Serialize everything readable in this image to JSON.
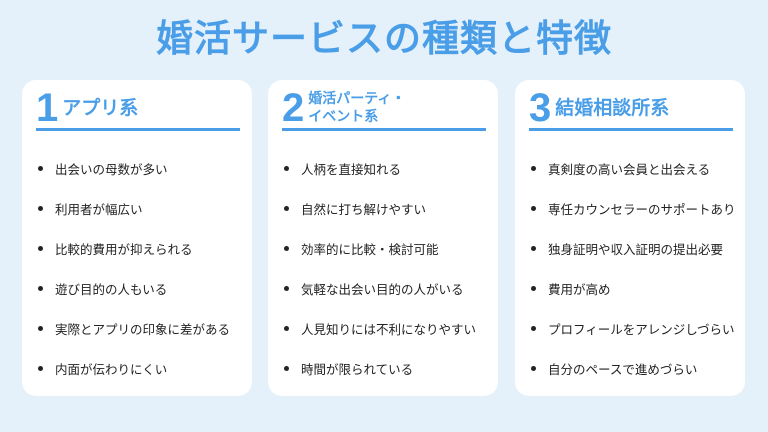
{
  "title": "婚活サービスの種類と特徴",
  "colors": {
    "accent": "#4a9ee8",
    "background": "#e5f1fa",
    "card": "#ffffff",
    "text": "#222222"
  },
  "cards": [
    {
      "number": "1",
      "title": "アプリ系",
      "items": [
        "出会いの母数が多い",
        "利用者が幅広い",
        "比較的費用が抑えられる",
        "遊び目的の人もいる",
        "実際とアプリの印象に差がある",
        "内面が伝わりにくい"
      ]
    },
    {
      "number": "2",
      "title_line1": "婚活パーティ・",
      "title_line2": "イベント系",
      "items": [
        "人柄を直接知れる",
        "自然に打ち解けやすい",
        "効率的に比較・検討可能",
        "気軽な出会い目的の人がいる",
        "人見知りには不利になりやすい",
        "時間が限られている"
      ]
    },
    {
      "number": "3",
      "title": "結婚相談所系",
      "items": [
        "真剣度の高い会員と出会える",
        "専任カウンセラーのサポートあり",
        "独身証明や収入証明の提出必要",
        "費用が高め",
        "プロフィールをアレンジしづらい",
        "自分のペースで進めづらい"
      ]
    }
  ]
}
